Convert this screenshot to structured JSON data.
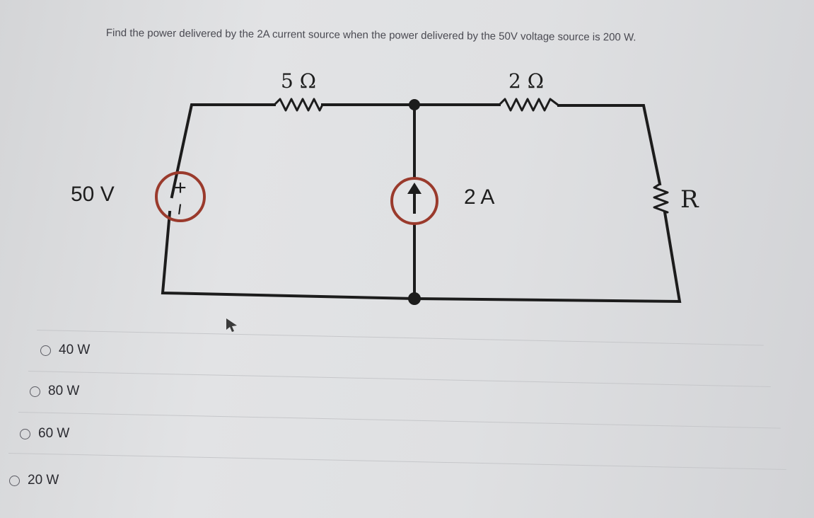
{
  "question": {
    "text": "Find the power delivered by the 2A current source when the power delivered by the 50V voltage source is 200 W."
  },
  "circuit": {
    "resistor_left_label": "5 Ω",
    "resistor_right_label": "2 Ω",
    "voltage_source_label": "50 V",
    "voltage_source_plus": "+",
    "voltage_source_minus": "−",
    "current_source_label": "2 A",
    "resistor_r_label": "R",
    "wire_color": "#1c1c1c",
    "source_color": "#9a3a2c"
  },
  "answers": {
    "options": [
      {
        "label": "40 W"
      },
      {
        "label": "80 W"
      },
      {
        "label": "60 W"
      },
      {
        "label": "20 W"
      }
    ]
  }
}
